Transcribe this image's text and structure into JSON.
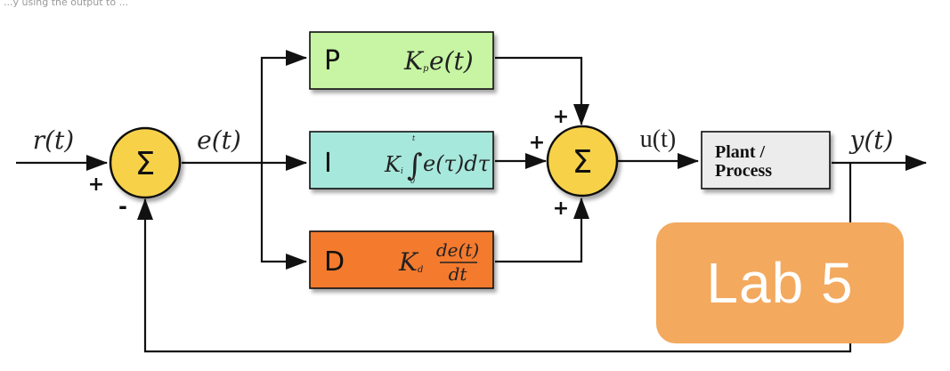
{
  "top_note": "...y using the output to ...",
  "signals": {
    "reference": "r(t)",
    "error": "e(t)",
    "control": "u(t)",
    "output": "y(t)"
  },
  "summing": {
    "symbol": "Σ",
    "input_sign_plus": "+",
    "input_sign_minus": "-"
  },
  "blocks": {
    "proportional": {
      "letter": "P",
      "gain": "K",
      "gain_sub": "p",
      "term": "e(t)",
      "color": "#c7f5a3"
    },
    "integral": {
      "letter": "I",
      "gain": "K",
      "gain_sub": "i",
      "upper_limit": "t",
      "lower_limit": "0",
      "integrand": "e(τ)dτ",
      "color": "#a7e8dc"
    },
    "derivative": {
      "letter": "D",
      "gain": "K",
      "gain_sub": "d",
      "numerator": "de(t)",
      "denominator": "dt",
      "color": "#f47a2e"
    },
    "plant": {
      "line1": "Plant /",
      "line2": "Process",
      "color": "#ececec"
    }
  },
  "sum_signs": {
    "top": "+",
    "left": "+",
    "bottom": "+"
  },
  "badge": {
    "text": "Lab 5",
    "color": "#f3a95e"
  }
}
